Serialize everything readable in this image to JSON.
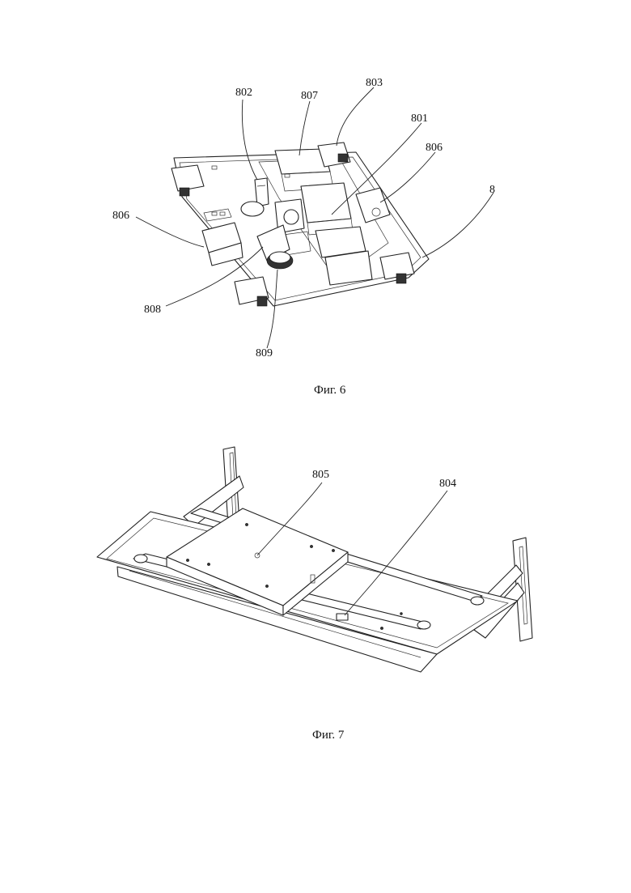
{
  "figures": [
    {
      "caption": "Фиг. 6",
      "callouts": [
        "802",
        "807",
        "803",
        "801",
        "806",
        "8",
        "806",
        "808",
        "809"
      ]
    },
    {
      "caption": "Фиг. 7",
      "callouts": [
        "805",
        "804"
      ]
    }
  ]
}
